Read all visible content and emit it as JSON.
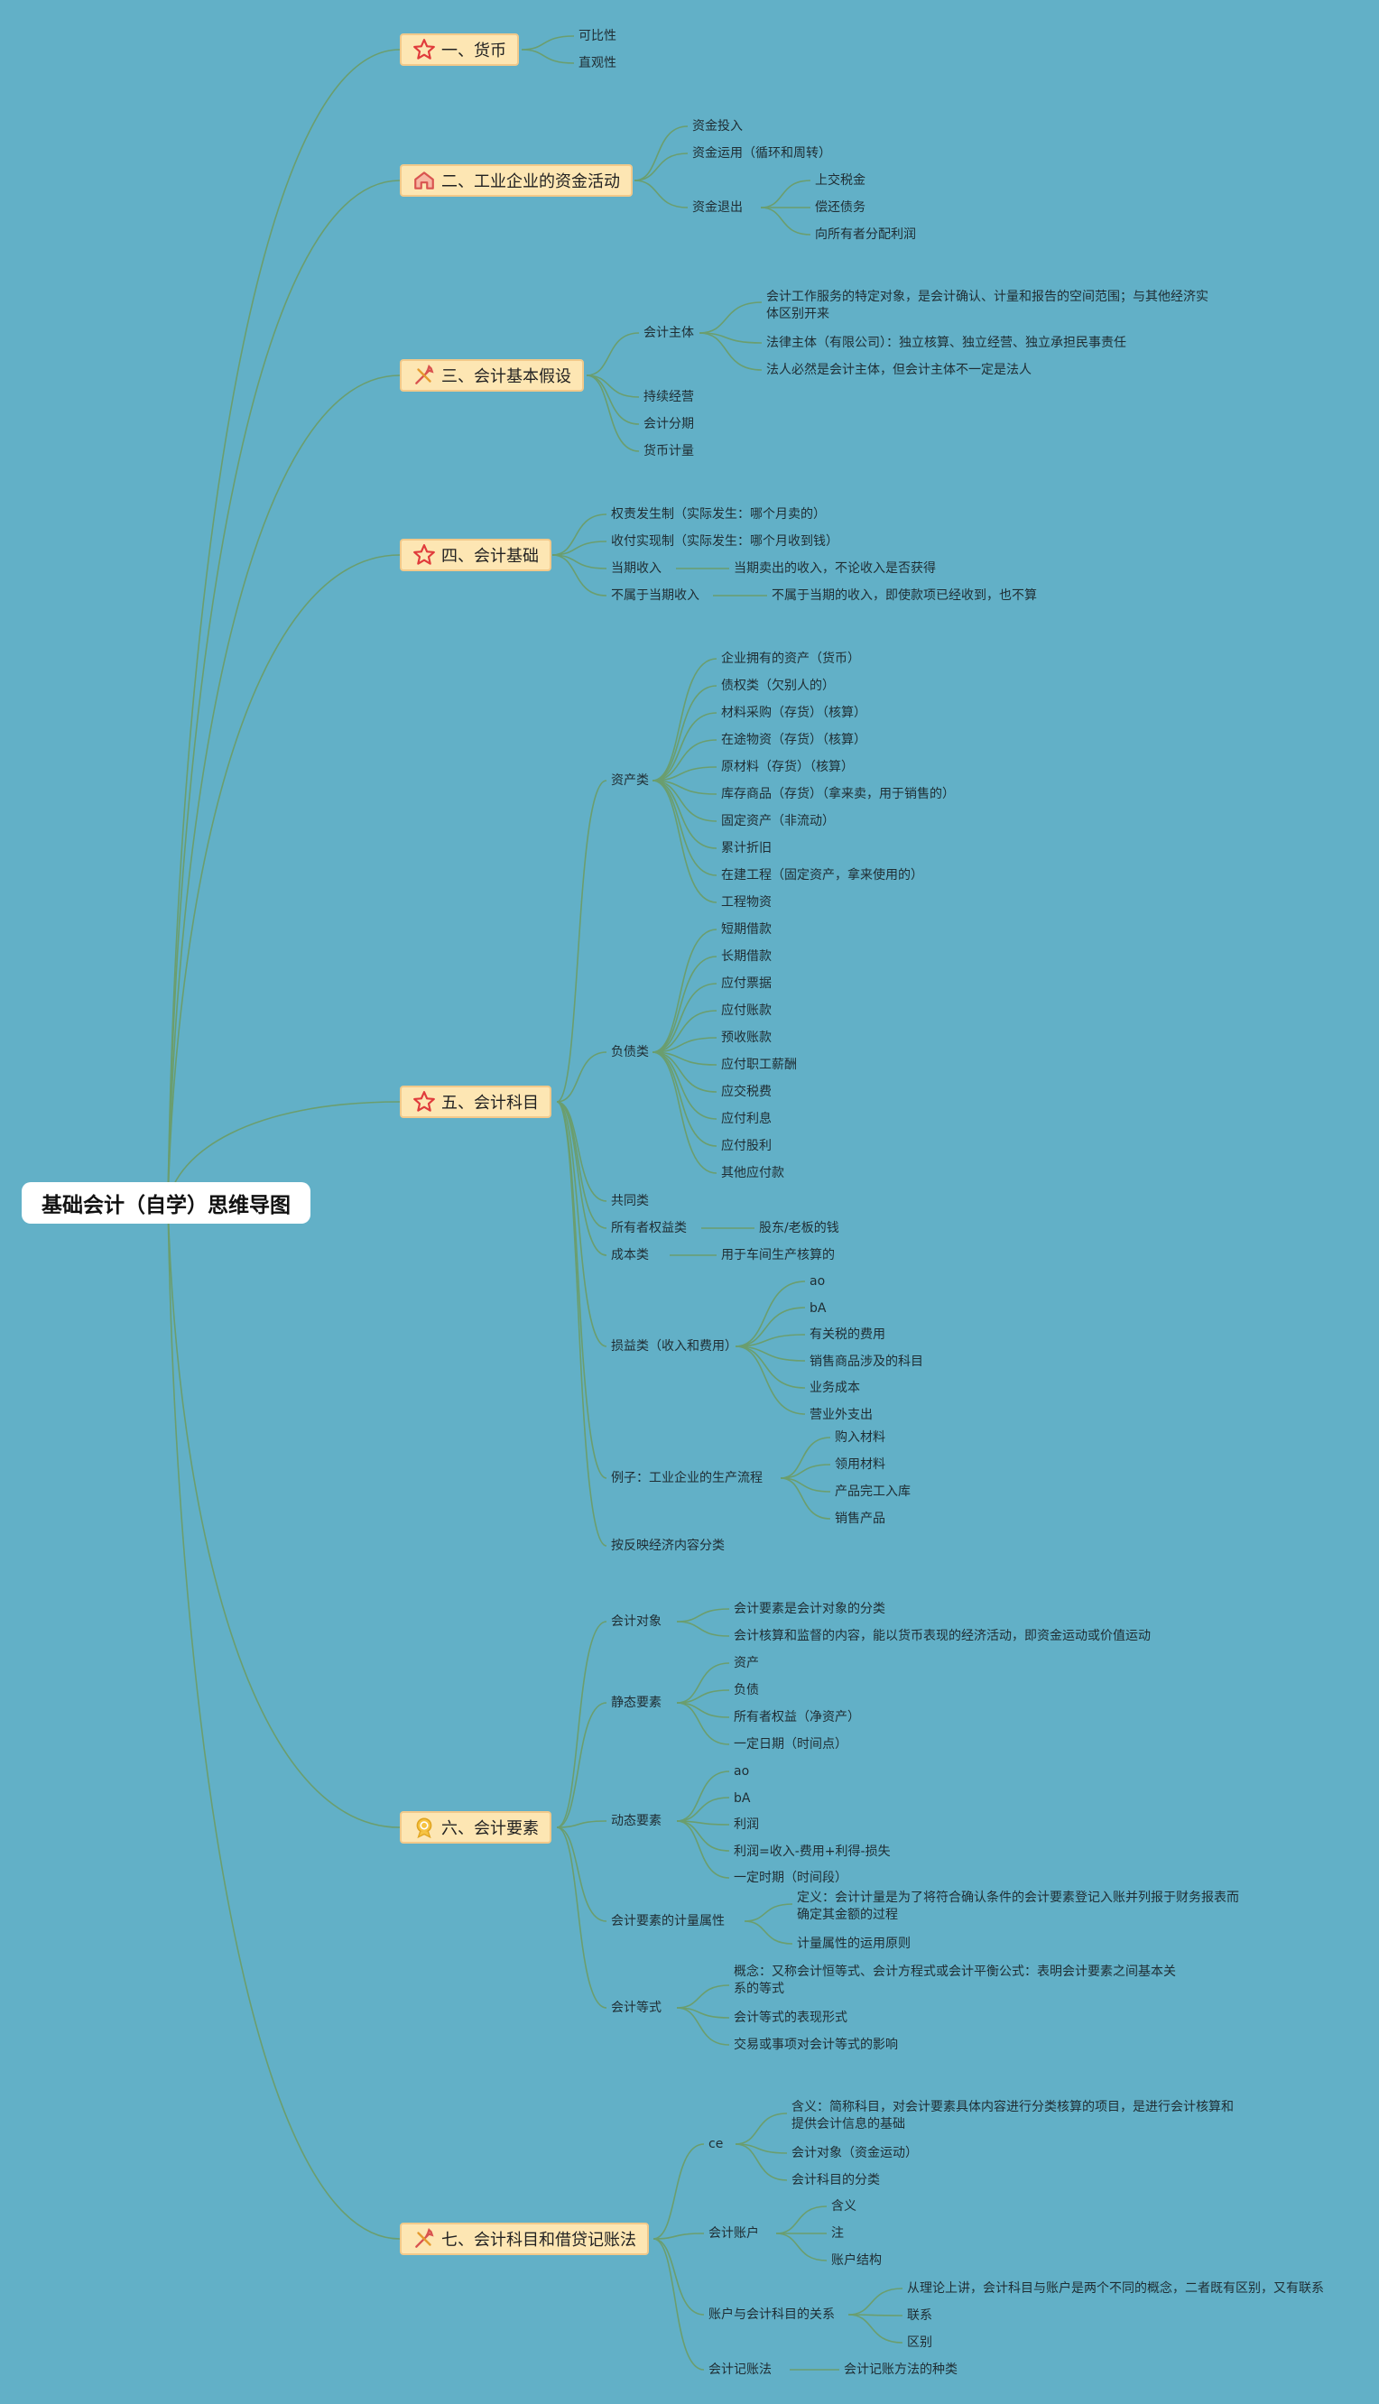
{
  "root": "基础会计（自学）思维导图",
  "icons": {
    "star": "star-icon",
    "home": "home-icon",
    "tools": "tools-icon",
    "badge": "badge-icon"
  },
  "colors": {
    "background": "#62b0c7",
    "topic_fill": "#fde6b3",
    "branch_line": "#6b9e6e"
  },
  "b1": {
    "title": "一、货币",
    "c1": "可比性",
    "c2": "直观性"
  },
  "b2": {
    "title": "二、工业企业的资金活动",
    "c1": "资金投入",
    "c2": "资金运用（循环和周转）",
    "c3": "资金退出",
    "c3a": "上交税金",
    "c3b": "偿还债务",
    "c3c": "向所有者分配利润"
  },
  "b3": {
    "title": "三、会计基本假设",
    "c1": "会计主体",
    "c1a": "会计工作服务的特定对象，是会计确认、计量和报告的空间范围；与其他经济实体区别开来",
    "c1b": "法律主体（有限公司）：独立核算、独立经营、独立承担民事责任",
    "c1c": "法人必然是会计主体，但会计主体不一定是法人",
    "c2": "持续经营",
    "c3": "会计分期",
    "c4": "货币计量"
  },
  "b4": {
    "title": "四、会计基础",
    "c1": "权责发生制（实际发生：哪个月卖的）",
    "c2": "收付实现制（实际发生：哪个月收到钱）",
    "c3": "当期收入",
    "c3a": "当期卖出的收入，不论收入是否获得",
    "c4": "不属于当期收入",
    "c4a": "不属于当期的收入，即使款项已经收到，也不算"
  },
  "b5": {
    "title": "五、会计科目",
    "assets": "资产类",
    "assets_items": [
      "企业拥有的资产（货币）",
      "债权类（欠别人的）",
      "材料采购（存货）（核算）",
      "在途物资（存货）（核算）",
      "原材料（存货）（核算）",
      "库存商品（存货）（拿来卖，用于销售的）",
      "固定资产（非流动）",
      "累计折旧",
      "在建工程（固定资产，拿来使用的）",
      "工程物资"
    ],
    "liab": "负债类",
    "liab_items": [
      "短期借款",
      "长期借款",
      "应付票据",
      "应付账款",
      "预收账款",
      "应付职工薪酬",
      "应交税费",
      "应付利息",
      "应付股利",
      "其他应付款"
    ],
    "common": "共同类",
    "equity": "所有者权益类",
    "equity_a": "股东/老板的钱",
    "cost": "成本类",
    "cost_a": "用于车间生产核算的",
    "pl": "损益类（收入和费用）",
    "pl_items": [
      "ao",
      "bA",
      "有关税的费用",
      "销售商品涉及的科目",
      "业务成本",
      "营业外支出"
    ],
    "example": "例子：工业企业的生产流程",
    "example_items": [
      "购入材料",
      "领用材料",
      "产品完工入库",
      "销售产品"
    ],
    "classify": "按反映经济内容分类"
  },
  "b6": {
    "title": "六、会计要素",
    "obj": "会计对象",
    "obj_a": "会计要素是会计对象的分类",
    "obj_b": "会计核算和监督的内容，能以货币表现的经济活动，即资金运动或价值运动",
    "static": "静态要素",
    "static_items": [
      "资产",
      "负债",
      "所有者权益（净资产）",
      "一定日期（时间点）"
    ],
    "dynamic": "动态要素",
    "dynamic_items": [
      "ao",
      "bA",
      "利润",
      "利润=收入-费用+利得-损失",
      "一定时期（时间段）"
    ],
    "measure": "会计要素的计量属性",
    "measure_a": "定义：会计计量是为了将符合确认条件的会计要素登记入账并列报于财务报表而确定其金额的过程",
    "measure_b": "计量属性的运用原则",
    "eq": "会计等式",
    "eq_a": "概念：又称会计恒等式、会计方程式或会计平衡公式：表明会计要素之间基本关系的等式",
    "eq_b": "会计等式的表现形式",
    "eq_c": "交易或事项对会计等式的影响"
  },
  "b7": {
    "title": "七、会计科目和借贷记账法",
    "ce": "ce",
    "ce_a": "含义：简称科目，对会计要素具体内容进行分类核算的项目，是进行会计核算和提供会计信息的基础",
    "ce_b": "会计对象（资金运动）",
    "ce_c": "会计科目的分类",
    "acct": "会计账户",
    "acct_items": [
      "含义",
      "注",
      "账户结构"
    ],
    "rel": "账户与会计科目的关系",
    "rel_a": "从理论上讲，会计科目与账户是两个不同的概念，二者既有区别，又有联系",
    "rel_b": "联系",
    "rel_c": "区别",
    "method": "会计记账法",
    "method_a": "会计记账方法的种类"
  }
}
